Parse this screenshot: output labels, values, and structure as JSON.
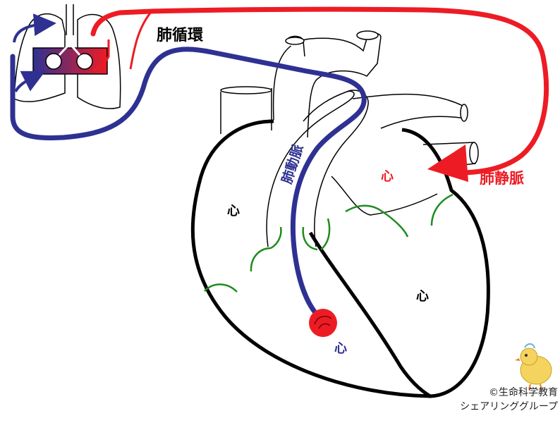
{
  "labels": {
    "pulmonary_circulation": "肺循環",
    "pulmonary_artery": "肺動脈",
    "pulmonary_vein": "肺静脈",
    "left_atrium": "心",
    "right_atrium": "心",
    "right_ventricle": "心",
    "left_ventricle": "心"
  },
  "credit": {
    "line1": "©生命科学教育",
    "line2": "シェアリンググループ"
  },
  "colors": {
    "deoxygenated": "#2e3192",
    "oxygenated": "#ed1c24",
    "outline": "#000000",
    "valve": "#1e8c1e",
    "lung_gradient_start": "#2e3192",
    "lung_gradient_end": "#ed1c24",
    "mascot": "#f4d35e"
  },
  "icons": [
    "lungs-icon",
    "heart-icon",
    "chick-mascot-icon"
  ]
}
